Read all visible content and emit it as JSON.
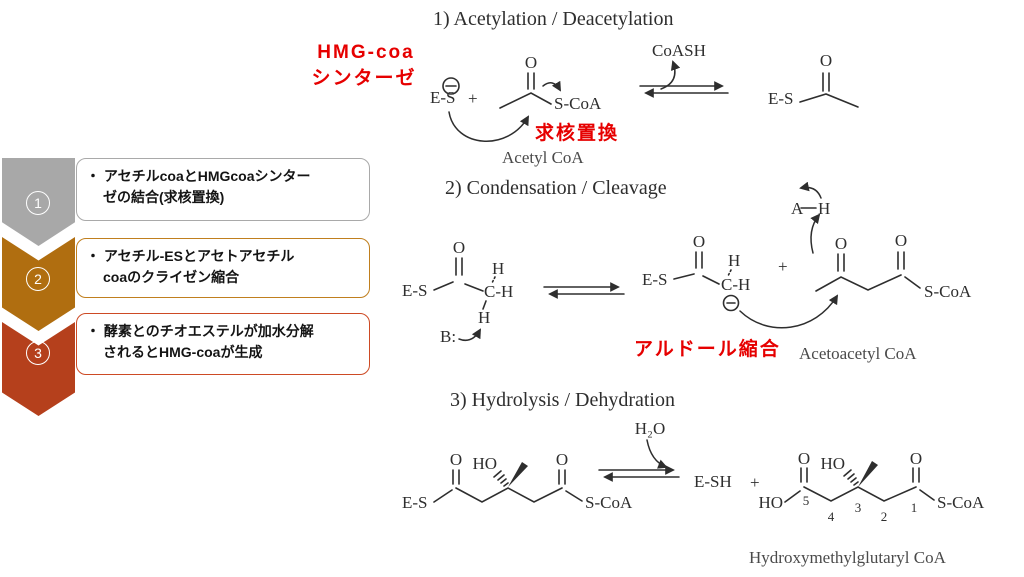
{
  "colors": {
    "red_annotation": "#e60000",
    "chevron_gray": "#a8a8a8",
    "chevron_amber": "#b06e10",
    "chevron_rust": "#b5401c",
    "ink": "#2e2e2e"
  },
  "sidebar": {
    "steps": [
      {
        "num": "1",
        "line1": "・ アセチルcoaとHMGcoaシンター",
        "line2": "ゼの結合(求核置換)"
      },
      {
        "num": "2",
        "line1": "・ アセチル-ESとアセトアセチル",
        "line2": "coaのクライゼン縮合"
      },
      {
        "num": "3",
        "line1": "・ 酵素とのチオエステルが加水分解",
        "line2": "されるとHMG-coaが生成"
      }
    ]
  },
  "tokens": {
    "es": "E-S",
    "esh": "E-SH",
    "o": "O",
    "scoa": "S-CoA",
    "ho": "HO",
    "h": "H",
    "ch": "C-H",
    "plus": "+",
    "a": "A",
    "base": "B:",
    "coash": "CoASH",
    "water": "H₂O"
  },
  "step1": {
    "title": "1) Acetylation / Deacetylation",
    "enzyme1": "HMG-coa",
    "enzyme2": "シンターゼ",
    "mechanism": "求核置換",
    "substrate_label": "Acetyl CoA"
  },
  "step2": {
    "title": "2) Condensation / Cleavage",
    "mechanism": "アルドール縮合",
    "product_label": "Acetoacetyl CoA"
  },
  "step3": {
    "title": "3) Hydrolysis / Dehydration",
    "product_label": "Hydroxymethylglutaryl CoA",
    "carbons": {
      "c1": "1",
      "c2": "2",
      "c3": "3",
      "c4": "4",
      "c5": "5"
    }
  }
}
